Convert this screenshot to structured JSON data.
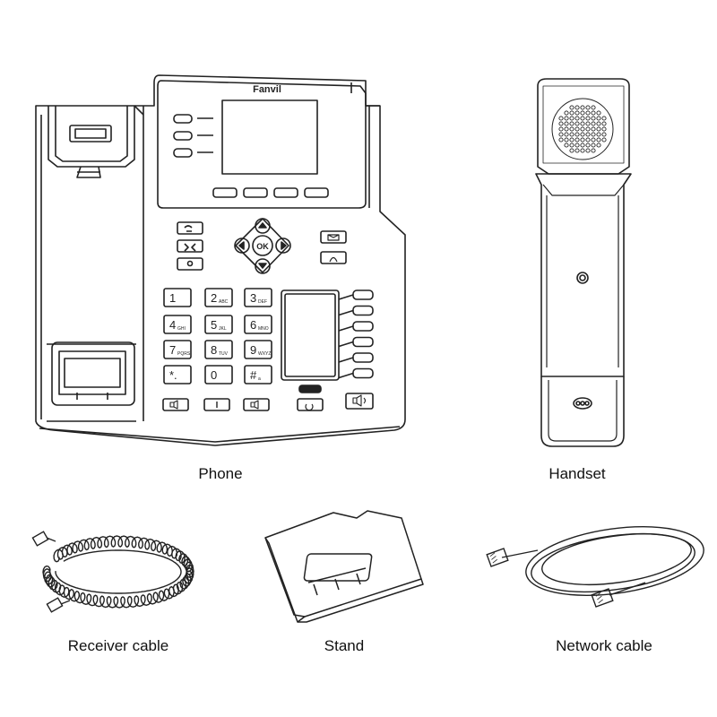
{
  "diagram": {
    "brand": "Fanvil",
    "keypad": [
      {
        "digit": "1",
        "letters": ""
      },
      {
        "digit": "2",
        "letters": "ABC"
      },
      {
        "digit": "3",
        "letters": "DEF"
      },
      {
        "digit": "4",
        "letters": "GHI"
      },
      {
        "digit": "5",
        "letters": "JKL"
      },
      {
        "digit": "6",
        "letters": "MNO"
      },
      {
        "digit": "7",
        "letters": "PQRS"
      },
      {
        "digit": "8",
        "letters": "TUV"
      },
      {
        "digit": "9",
        "letters": "WXYZ"
      },
      {
        "digit": "*.",
        "letters": ""
      },
      {
        "digit": "0",
        "letters": ""
      },
      {
        "digit": "#",
        "letters": "a"
      }
    ],
    "ok_label": "OK",
    "items": [
      {
        "id": "phone",
        "label": "Phone"
      },
      {
        "id": "handset",
        "label": "Handset"
      },
      {
        "id": "receiver-cable",
        "label": "Receiver cable"
      },
      {
        "id": "stand",
        "label": "Stand"
      },
      {
        "id": "network-cable",
        "label": "Network cable"
      }
    ],
    "colors": {
      "line": "#222222",
      "background": "#ffffff"
    }
  }
}
